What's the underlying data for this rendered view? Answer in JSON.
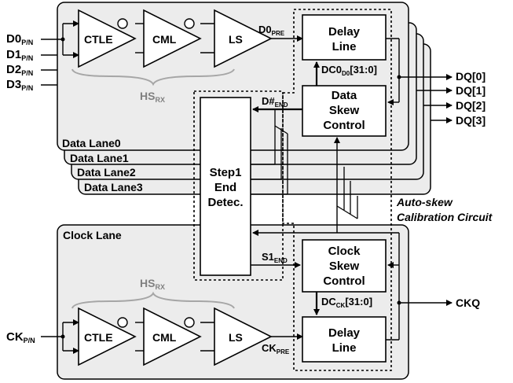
{
  "inputs": {
    "d0": {
      "main": "D0",
      "sub": "P/N"
    },
    "d1": {
      "main": "D1",
      "sub": "P/N"
    },
    "d2": {
      "main": "D2",
      "sub": "P/N"
    },
    "d3": {
      "main": "D3",
      "sub": "P/N"
    },
    "ck": {
      "main": "CK",
      "sub": "P/N"
    }
  },
  "blocks": {
    "ctle": "CTLE",
    "cml": "CML",
    "ls": "LS",
    "delay_line": [
      "Delay",
      "Line"
    ],
    "data_skew": [
      "Data",
      "Skew",
      "Control"
    ],
    "clock_skew": [
      "Clock",
      "Skew",
      "Control"
    ],
    "step1": [
      "Step1",
      "End",
      "Detec."
    ]
  },
  "hs_rx": {
    "main": "HS",
    "sub": "RX"
  },
  "signals": {
    "d0pre": {
      "main": "D0",
      "sub": "PRE"
    },
    "ckpre": {
      "main": "CK",
      "sub": "PRE"
    },
    "dc0": {
      "main": "DC0",
      "sub": "D0",
      "tail": "[31:0]"
    },
    "dcck": {
      "main": "DC",
      "sub": "CK",
      "tail": "[31:0]"
    },
    "dend": {
      "main": "D#",
      "sub": "END"
    },
    "s1end": {
      "main": "S1",
      "sub": "END"
    }
  },
  "lanes": [
    "Data Lane0",
    "Data Lane1",
    "Data Lane2",
    "Data Lane3"
  ],
  "clock_lane": "Clock Lane",
  "outputs": [
    "DQ[0]",
    "DQ[1]",
    "DQ[2]",
    "DQ[3]"
  ],
  "ckq": "CKQ",
  "autoskew": [
    "Auto-skew",
    "Calibration Circuit"
  ]
}
